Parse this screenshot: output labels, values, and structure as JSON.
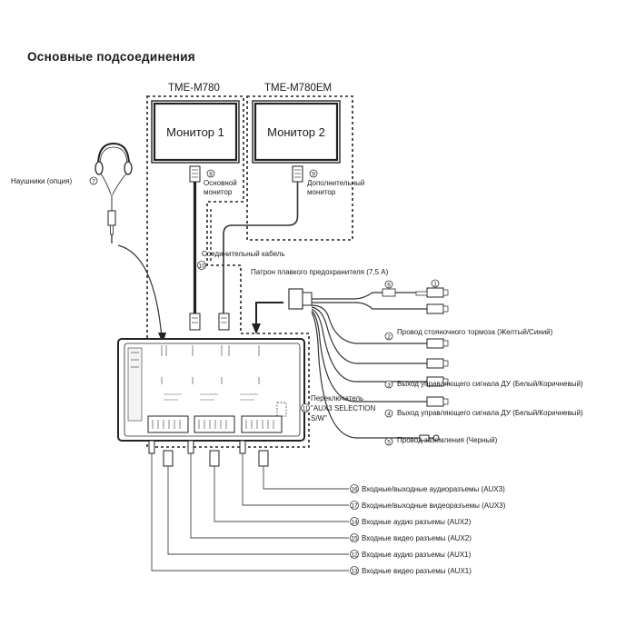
{
  "diagram": {
    "title": "Основные подсоединения",
    "models": {
      "m1": "TME-M780",
      "m2": "TME-M780EM"
    },
    "monitors": {
      "m1": "Монитор 1",
      "m2": "Монитор 2"
    },
    "left": {
      "headphones": {
        "label": "Наушники (опция)",
        "num": "7"
      }
    },
    "top_labels": {
      "main_monitor": {
        "num": "8",
        "line1": "Основной",
        "line2": "монитор"
      },
      "extra_monitor": {
        "num": "9",
        "line1": "Дополнительный",
        "line2": "монитор"
      },
      "cable": {
        "num": "10",
        "text": "Соединительный кабель"
      },
      "fuse": "Патрон плавкого предохранителя (7,5 А)",
      "fuse_num": "6",
      "switch": {
        "num": "11",
        "line1": "Переключатель",
        "line2": "\"AUX3 SELECTION",
        "line3": "S/W\""
      }
    },
    "right_labels": [
      {
        "num": "1",
        "text": ""
      },
      {
        "num": "2",
        "text": "Провод стояночного тормоза (Желтый/Синий)"
      },
      {
        "num": "3",
        "text": "Выход управляющего сигнала ДУ (Белый/Коричневый)"
      },
      {
        "num": "4",
        "text": "Выход управляющего сигнала ДУ (Белый/Коричневый)"
      },
      {
        "num": "5",
        "text": "Провод заземления (Черный)"
      }
    ],
    "bottom_labels": [
      {
        "num": "16",
        "text": "Входные/выходные аудиоразъемы (AUX3)"
      },
      {
        "num": "17",
        "text": "Входные/выходные видеоразъемы (AUX3)"
      },
      {
        "num": "14",
        "text": "Входные аудио разъемы (AUX2)"
      },
      {
        "num": "15",
        "text": "Входные видео разъемы (AUX2)"
      },
      {
        "num": "12",
        "text": "Входные аудио разъемы (AUX1)"
      },
      {
        "num": "13",
        "text": "Входные видео разъемы (AUX1)"
      }
    ]
  }
}
